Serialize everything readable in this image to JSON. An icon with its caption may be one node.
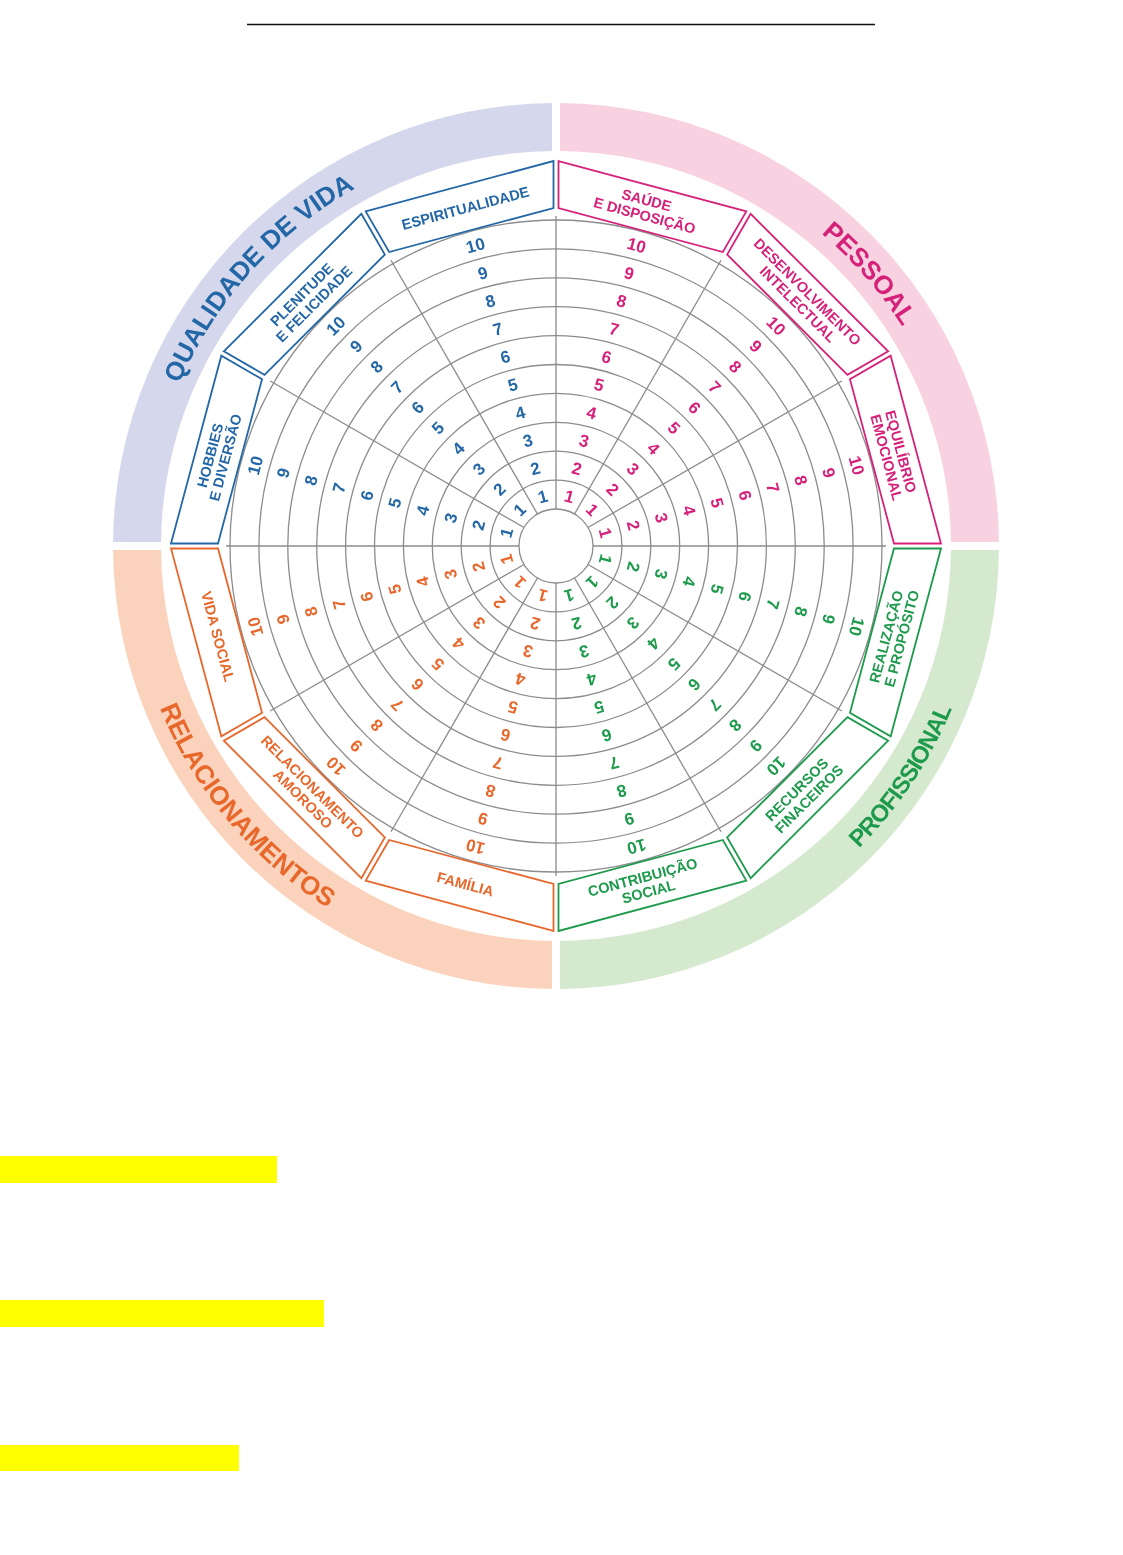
{
  "diagram": {
    "nodes": [
      {
        "text": [
          "QUALIDADE DE VIDA"
        ]
      },
      {
        "text": [
          "PESSOAL"
        ]
      },
      {
        "text": [
          "PROFISSIONAL"
        ]
      },
      {
        "text": [
          "RELACIONAMENTOS"
        ]
      },
      {
        "text": [
          "HOBBIES E DIVERSÃO"
        ]
      },
      {
        "text": [
          "PLENITUDE E FELICIDADE"
        ]
      },
      {
        "text": [
          "ESPIRITUALIDADE"
        ]
      },
      {
        "text": [
          "SAÚDE E DISPOSIÇÃO"
        ]
      },
      {
        "text": [
          "DESENVOLVIMENTO INTELECTUAL"
        ]
      },
      {
        "text": [
          "EQUILÍBRIO EMOCIONAL"
        ]
      },
      {
        "text": [
          "REALIZAÇÃO E PROPÓSITO"
        ]
      },
      {
        "text": [
          "RECURSOS FINACEIROS"
        ]
      },
      {
        "text": [
          "CONTRIBUIÇÃO SOCIAL"
        ]
      },
      {
        "text": [
          "FAMÍLIA"
        ]
      },
      {
        "text": [
          "RELACIONAMENTO AMOROSO"
        ]
      },
      {
        "text": [
          "VIDA SOCIAL"
        ]
      }
    ],
    "labels": [
      "1",
      "2",
      "3",
      "4",
      "5",
      "6",
      "7",
      "8",
      "9",
      "10",
      "1",
      "2",
      "3",
      "4",
      "5",
      "6",
      "7",
      "8",
      "9",
      "10",
      "1",
      "2",
      "3",
      "4",
      "5",
      "6",
      "7",
      "8",
      "9",
      "10",
      "1",
      "2",
      "3",
      "4",
      "5",
      "6",
      "7",
      "8",
      "9",
      "10",
      "1",
      "2",
      "3",
      "4",
      "5",
      "6",
      "7",
      "8",
      "9",
      "10",
      "1",
      "2",
      "3",
      "4",
      "5",
      "6",
      "7",
      "8",
      "9",
      "10",
      "1",
      "2",
      "3",
      "4",
      "5",
      "6",
      "7",
      "8",
      "9",
      "10",
      "1",
      "2",
      "3",
      "4",
      "5",
      "6",
      "7",
      "8",
      "9",
      "10",
      "1",
      "2",
      "3",
      "4",
      "5",
      "6",
      "7",
      "8",
      "9",
      "10",
      "1",
      "2",
      "3",
      "4",
      "5",
      "6",
      "7",
      "8",
      "9",
      "10",
      "1",
      "2",
      "3",
      "4",
      "5",
      "6",
      "7",
      "8",
      "9",
      "10",
      "1",
      "2",
      "3",
      "4",
      "5",
      "6",
      "7",
      "8",
      "9",
      "10"
    ]
  }
}
